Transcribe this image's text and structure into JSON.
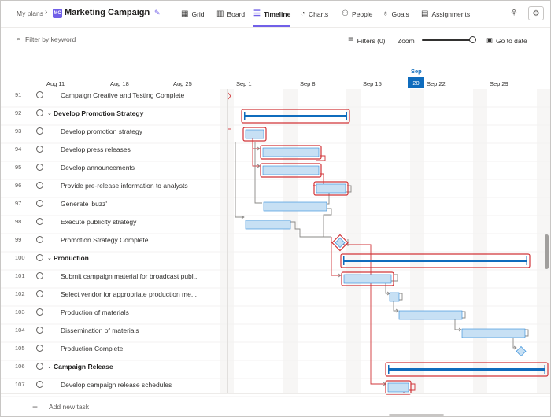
{
  "topbar": {
    "breadcrumb": "My plans",
    "plan_badge": "MC",
    "plan_title": "Marketing Campaign",
    "nav": [
      {
        "label": "Grid",
        "icon": "grid-icon"
      },
      {
        "label": "Board",
        "icon": "board-icon"
      },
      {
        "label": "Timeline",
        "icon": "timeline-icon",
        "active": true
      },
      {
        "label": "Charts",
        "icon": "charts-icon"
      },
      {
        "label": "People",
        "icon": "people-icon"
      },
      {
        "label": "Goals",
        "icon": "goals-icon"
      },
      {
        "label": "Assignments",
        "icon": "assignments-icon"
      }
    ]
  },
  "toolbar": {
    "search_placeholder": "Filter by keyword",
    "filters_label": "Filters (0)",
    "zoom_label": "Zoom",
    "zoom_level": 0.92,
    "goto_label": "Go to date"
  },
  "timeline": {
    "date_headers": [
      "Aug 11",
      "Aug 18",
      "Aug 25",
      "Sep 1",
      "Sep 8",
      "Sep 15",
      "Sep 22",
      "Sep 29"
    ],
    "today_month": "Sep",
    "today_day": "20"
  },
  "tasks": [
    {
      "num": "91",
      "name": "Campaign Creative and Testing Complete",
      "group": false
    },
    {
      "num": "92",
      "name": "Develop Promotion Strategy",
      "group": true
    },
    {
      "num": "93",
      "name": "Develop promotion strategy",
      "group": false
    },
    {
      "num": "94",
      "name": "Develop press releases",
      "group": false
    },
    {
      "num": "95",
      "name": "Develop announcements",
      "group": false
    },
    {
      "num": "96",
      "name": "Provide pre-release information to analysts",
      "group": false
    },
    {
      "num": "97",
      "name": "Generate 'buzz'",
      "group": false
    },
    {
      "num": "98",
      "name": "Execute publicity strategy",
      "group": false
    },
    {
      "num": "99",
      "name": "Promotion Strategy Complete",
      "group": false
    },
    {
      "num": "100",
      "name": "Production",
      "group": true
    },
    {
      "num": "101",
      "name": "Submit campaign material for broadcast publ...",
      "group": false
    },
    {
      "num": "102",
      "name": "Select vendor for appropriate production me...",
      "group": false
    },
    {
      "num": "103",
      "name": "Production of materials",
      "group": false
    },
    {
      "num": "104",
      "name": "Dissemination of materials",
      "group": false
    },
    {
      "num": "105",
      "name": "Production Complete",
      "group": false
    },
    {
      "num": "106",
      "name": "Campaign Release",
      "group": true
    },
    {
      "num": "107",
      "name": "Develop campaign release schedules",
      "group": false
    }
  ],
  "footer": {
    "add_task": "Add new task"
  },
  "colors": {
    "accent": "#7160e8",
    "today": "#0f6cbd",
    "critical": "#d13438",
    "bar_fill": "#c7e0f4",
    "bar_stroke": "#2b88d8",
    "summary": "#0f6cbd"
  }
}
